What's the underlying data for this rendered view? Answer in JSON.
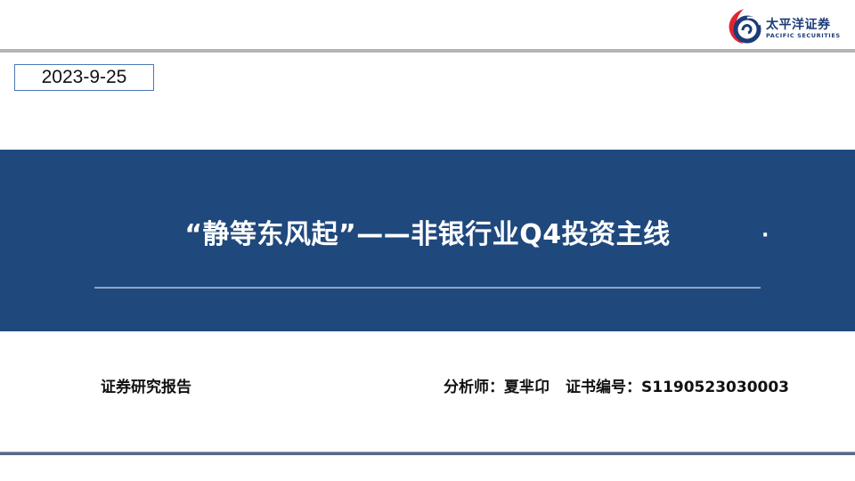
{
  "header": {
    "logo": {
      "icon": "pacific-securities-logo-icon",
      "name_cn": "太平洋证券",
      "name_en": "PACIFIC SECURITIES"
    },
    "date": "2023-9-25"
  },
  "banner": {
    "title": "“静等东风起”——非银行业Q4投资主线",
    "trailing_mark": "·",
    "background_color": "#1f497d"
  },
  "footer": {
    "report_type": "证券研究报告",
    "analyst_label": "分析师：",
    "analyst_name": "夏芈卬",
    "cert_label": "证书编号：",
    "cert_number": "S1190523030003"
  }
}
